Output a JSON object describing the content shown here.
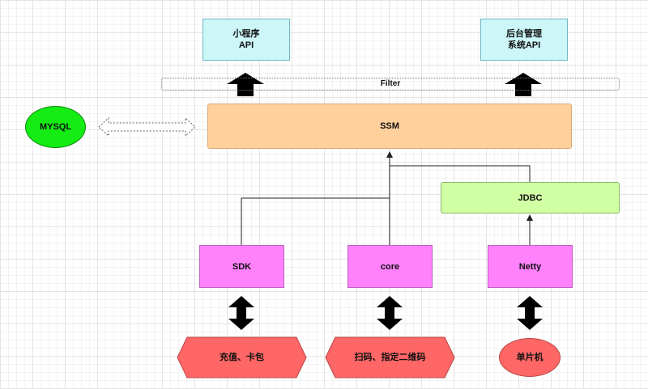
{
  "nodes": {
    "mini_program_api": "小程序\nAPI",
    "admin_api": "后台管理\n系统API",
    "filter": "Filter",
    "mysql": "MYSQL",
    "ssm": "SSM",
    "jdbc": "JDBC",
    "sdk": "SDK",
    "core": "core",
    "netty": "Netty",
    "recharge": "充值、卡包",
    "scan": "扫码、指定二维码",
    "mcu": "单片机"
  },
  "colors": {
    "api": "#ccf6f8",
    "ssm": "#ffcf9c",
    "module": "#ff82fc",
    "jdbc": "#d1ffa4",
    "mysql": "#14ec14",
    "device": "#ff6666"
  }
}
